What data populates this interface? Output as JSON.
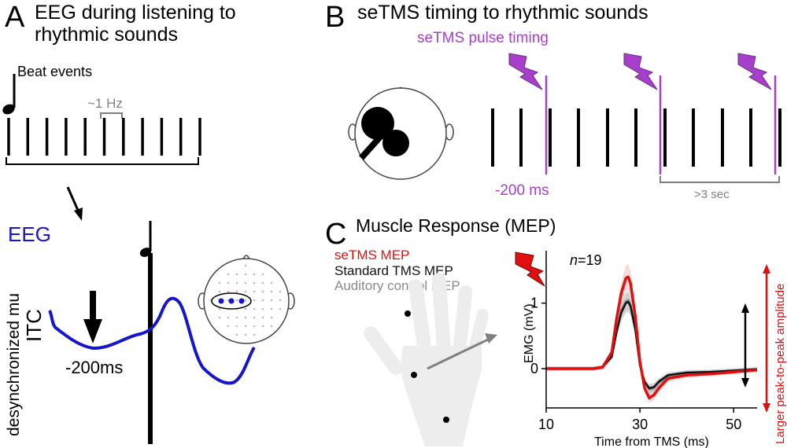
{
  "panel_a": {
    "letter": "A",
    "title_line1": "EEG during listening to",
    "title_line2": "rhythmic sounds",
    "beat_label": "Beat events",
    "freq_label": "~1 Hz",
    "eeg_label": "EEG",
    "y_label_1": "desynchronized mu",
    "y_label_2": "ITC",
    "time_label": "-200ms",
    "colors": {
      "eeg": "#1515cc",
      "beat": "#000000",
      "freq": "#808080"
    }
  },
  "panel_b": {
    "letter": "B",
    "title": "seTMS timing to rhythmic sounds",
    "pulse_label": "seTMS pulse timing",
    "offset_label": "-200 ms",
    "interval_label": ">3 sec",
    "colors": {
      "pulse": "#a63fc9",
      "interval": "#808080"
    }
  },
  "panel_c": {
    "letter": "C",
    "title": "Muscle Response (MEP)",
    "legend": [
      {
        "label": "seTMS MEP",
        "color": "#e01010"
      },
      {
        "label": "Standard TMS MEP",
        "color": "#111111"
      },
      {
        "label": "Auditory control MEP",
        "color": "#8a8a8a"
      }
    ],
    "n_prefix": "n",
    "n_suffix": "=19",
    "amp_label": "Larger peak-to-peak amplitude"
  },
  "chart_data": {
    "type": "line",
    "xlabel": "Time from TMS (ms)",
    "ylabel": "EMG (mV)",
    "xlim": [
      10,
      55
    ],
    "ylim": [
      -0.6,
      1.8
    ],
    "xticks": [
      10,
      30,
      50
    ],
    "yticks": [
      0,
      1
    ],
    "series": [
      {
        "name": "seTMS MEP",
        "color": "#e01010",
        "x": [
          10,
          20,
          22,
          24,
          25,
          26,
          27,
          27.5,
          28,
          29,
          30,
          31,
          32,
          33,
          34,
          36,
          40,
          45,
          50,
          55
        ],
        "y": [
          0,
          0,
          0.02,
          0.25,
          0.75,
          1.15,
          1.38,
          1.4,
          1.3,
          0.8,
          0.1,
          -0.3,
          -0.45,
          -0.4,
          -0.3,
          -0.15,
          -0.1,
          -0.08,
          -0.05,
          -0.02
        ]
      },
      {
        "name": "Standard TMS MEP",
        "color": "#111111",
        "x": [
          10,
          20,
          22,
          24,
          25,
          26,
          27,
          27.5,
          28,
          29,
          30,
          31,
          32,
          33,
          34,
          36,
          40,
          45,
          50,
          55
        ],
        "y": [
          0,
          0,
          0.02,
          0.18,
          0.55,
          0.85,
          1.0,
          1.02,
          0.95,
          0.6,
          0.05,
          -0.2,
          -0.3,
          -0.28,
          -0.2,
          -0.1,
          -0.06,
          -0.05,
          -0.03,
          -0.01
        ]
      },
      {
        "name": "Auditory control MEP",
        "color": "#8a8a8a",
        "x": [
          10,
          20,
          22,
          24,
          25,
          26,
          27,
          27.5,
          28,
          29,
          30,
          31,
          32,
          33,
          34,
          36,
          40,
          45,
          50,
          55
        ],
        "y": [
          0,
          0,
          0.02,
          0.2,
          0.6,
          0.9,
          1.03,
          1.05,
          0.98,
          0.62,
          0.05,
          -0.22,
          -0.32,
          -0.3,
          -0.22,
          -0.12,
          -0.07,
          -0.05,
          -0.03,
          -0.01
        ]
      }
    ]
  }
}
